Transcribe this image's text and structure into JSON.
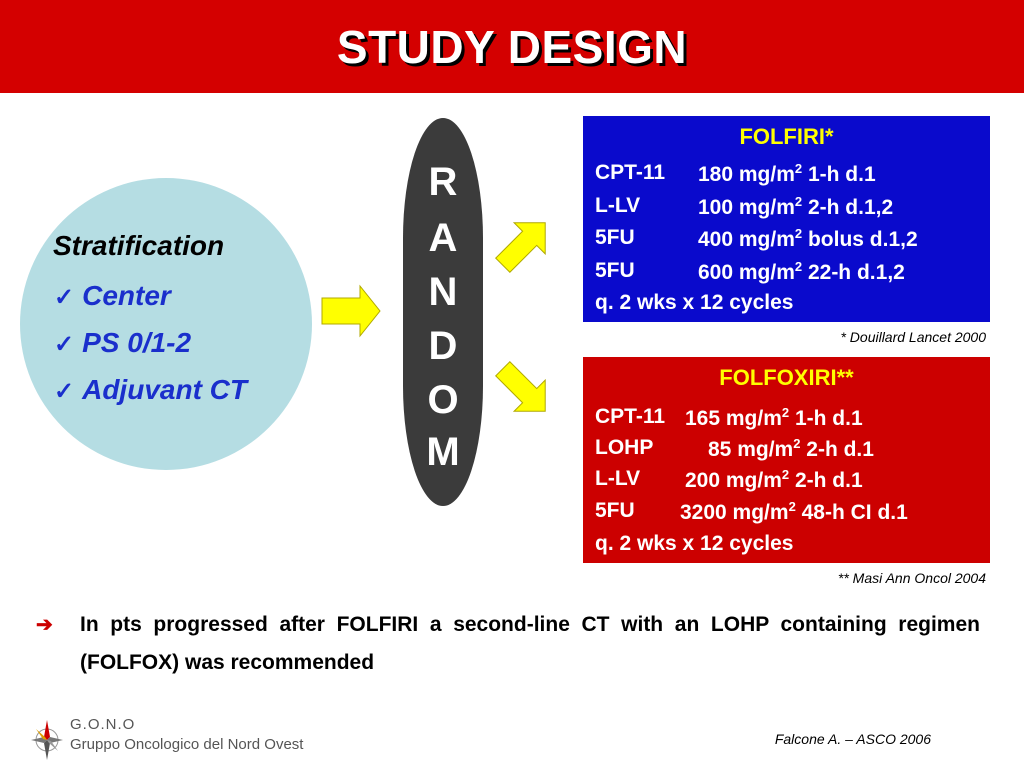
{
  "header": {
    "title": "STUDY DESIGN"
  },
  "stratification": {
    "title": "Stratification",
    "items": [
      "Center",
      "PS 0/1-2",
      "Adjuvant CT"
    ]
  },
  "random_letters": [
    "R",
    "A",
    "N",
    "D",
    "O",
    "M"
  ],
  "folfiri": {
    "title": "FOLFIRI*",
    "rows": [
      {
        "drug": "CPT-11",
        "dose": "180 mg/m",
        "sup": "2",
        "schedule": " 1-h d.1"
      },
      {
        "drug": "L-LV",
        "dose": "100 mg/m",
        "sup": "2",
        "schedule": " 2-h d.1,2"
      },
      {
        "drug": "5FU",
        "dose": "400 mg/m",
        "sup": "2",
        "schedule": " bolus d.1,2"
      },
      {
        "drug": "5FU",
        "dose": "600 mg/m",
        "sup": "2",
        "schedule": " 22-h d.1,2"
      }
    ],
    "cycles": "q. 2 wks x 12 cycles",
    "reference": "* Douillard Lancet 2000"
  },
  "folfoxiri": {
    "title": "FOLFOXIRI**",
    "rows": [
      {
        "drug": "CPT-11",
        "dose": "165 mg/m",
        "sup": "2",
        "schedule": " 1-h d.1"
      },
      {
        "drug": "LOHP",
        "dose": "85 mg/m",
        "sup": "2",
        "schedule": " 2-h d.1"
      },
      {
        "drug": "L-LV",
        "dose": "200 mg/m",
        "sup": "2",
        "schedule": " 2-h d.1"
      },
      {
        "drug": "5FU",
        "dose": "3200 mg/m",
        "sup": "2",
        "schedule": " 48-h CI d.1"
      }
    ],
    "cycles": "q. 2 wks x 12 cycles",
    "reference": "** Masi Ann Oncol 2004"
  },
  "note": {
    "text": "In pts progressed after FOLFIRI a second-line CT with an LOHP containing regimen (FOLFOX) was recommended"
  },
  "logo": {
    "acronym": "G.O.N.O",
    "name": "Gruppo Oncologico del Nord Ovest"
  },
  "citation": "Falcone A. – ASCO 2006",
  "colors": {
    "header_red": "#d40000",
    "box_blue": "#0a0acc",
    "box_red": "#cc0000",
    "circle": "#b5dde3",
    "arrow_yellow": "#ffff00",
    "random_oval": "#3b3b3b"
  },
  "icons": [
    "check-icon",
    "arrow-right-icon",
    "compass-star-icon"
  ]
}
